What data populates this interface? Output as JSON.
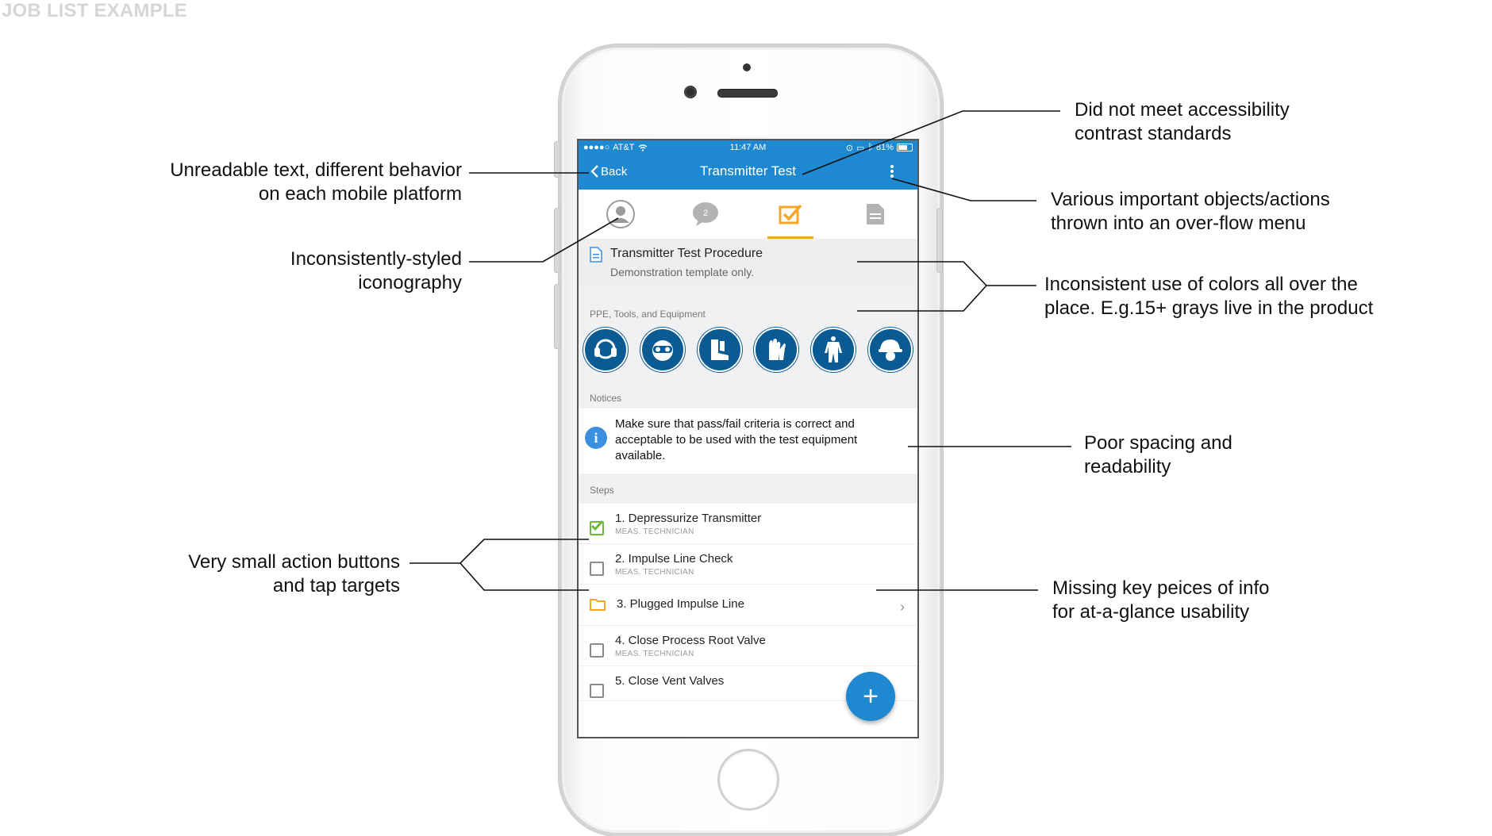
{
  "page_title": "JOB LIST EXAMPLE",
  "status_bar": {
    "carrier": "AT&T",
    "time": "11:47 AM",
    "battery": "81%"
  },
  "nav": {
    "back_label": "Back",
    "title": "Transmitter Test"
  },
  "tabs": [
    {
      "icon": "user-icon"
    },
    {
      "icon": "chat-icon",
      "badge": "2"
    },
    {
      "icon": "checklist-icon",
      "active": true
    },
    {
      "icon": "document-icon"
    }
  ],
  "procedure": {
    "title": "Transmitter Test Procedure",
    "subtitle": "Demonstration template only."
  },
  "ppe": {
    "heading": "PPE, Tools, and Equipment",
    "icons": [
      "ear-protection-icon",
      "goggles-icon",
      "boots-icon",
      "gloves-icon",
      "coverall-icon",
      "hard-hat-icon"
    ]
  },
  "notices": {
    "heading": "Notices",
    "text": "Make sure that pass/fail criteria is correct and acceptable to be used with the test equipment available."
  },
  "steps": {
    "heading": "Steps",
    "items": [
      {
        "title": "1. Depressurize Transmitter",
        "role": "MEAS. TECHNICIAN",
        "state": "checked"
      },
      {
        "title": "2. Impulse Line Check",
        "role": "MEAS. TECHNICIAN",
        "state": "unchecked"
      },
      {
        "title": "3. Plugged Impulse Line",
        "role": "",
        "state": "folder"
      },
      {
        "title": "4. Close Process Root Valve",
        "role": "MEAS. TECHNICIAN",
        "state": "unchecked"
      },
      {
        "title": "5. Close Vent Valves",
        "role": "",
        "state": "unchecked"
      }
    ]
  },
  "fab_label": "+",
  "annotations": {
    "a1": {
      "line1": "Unreadable text, different behavior",
      "line2": "on each mobile platform"
    },
    "a2": {
      "line1": "Inconsistently-styled",
      "line2": "iconography"
    },
    "a3": {
      "line1": "Very small action buttons",
      "line2": "and tap targets"
    },
    "a4": {
      "line1": "Did not meet accessibility",
      "line2": "contrast standards"
    },
    "a5": {
      "line1": "Various important objects/actions",
      "line2": "thrown into an over-flow menu"
    },
    "a6": {
      "line1": "Inconsistent use of colors all over the",
      "line2": "place. E.g.15+ grays live in the product"
    },
    "a7": {
      "line1": "Poor spacing and",
      "line2": "readability"
    },
    "a8": {
      "line1": "Missing key peices of info",
      "line2": "for at-a-glance usability"
    }
  },
  "colors": {
    "brand_blue": "#1e88d0",
    "accent_orange": "#f5a623",
    "ppe_blue": "#0a5a93",
    "check_green": "#6dba3a"
  }
}
